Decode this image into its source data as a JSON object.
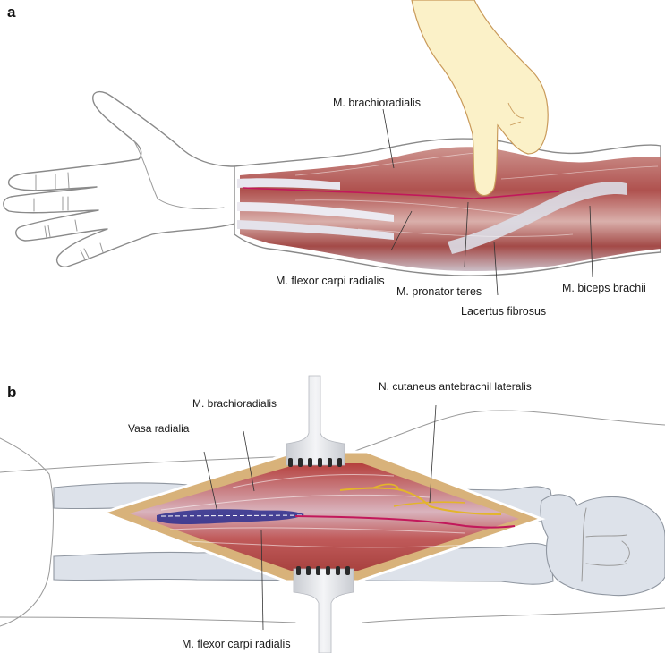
{
  "figure": {
    "type": "anatomical illustration",
    "colors": {
      "muscle": "#a8423f",
      "muscle_light": "#d9a29b",
      "tendon": "#e8e6ee",
      "skin_outline": "#8a8a8a",
      "examiner_hand": "#fbf1c8",
      "examiner_outline": "#c99a5a",
      "artery": "#c2185b",
      "vein": "#2c2f8f",
      "nerve": "#e3b52a",
      "wound_edge": "#d8b27a",
      "bone": "#dde2ea"
    }
  },
  "panel_a": {
    "letter": "a",
    "labels": {
      "brachioradialis": "M. brachioradialis",
      "flexor_carpi_radialis": "M. flexor carpi radialis",
      "pronator_teres": "M. pronator teres",
      "lacertus_fibrosus": "Lacertus fibrosus",
      "biceps_brachii": "M. biceps brachii"
    }
  },
  "panel_b": {
    "letter": "b",
    "labels": {
      "n_cutaneus": "N. cutaneus antebrachil lateralis",
      "brachioradialis": "M. brachioradialis",
      "vasa_radialia": "Vasa radialia",
      "flexor_carpi_radialis": "M. flexor carpi radialis"
    }
  }
}
